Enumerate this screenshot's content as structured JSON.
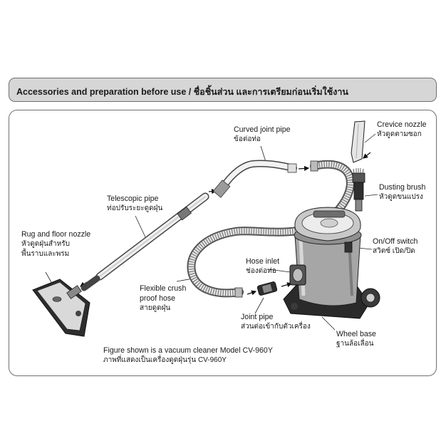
{
  "header": {
    "title_en": "Accessories and preparation before use",
    "separator": " / ",
    "title_th": "ชื่อชิ้นส่วน และการเตรียมก่อนเริ่มใช้งาน"
  },
  "parts": {
    "curved_joint_pipe": {
      "en": "Curved joint pipe",
      "th": "ข้อต่อท่อ"
    },
    "crevice_nozzle": {
      "en": "Crevice nozzle",
      "th": "หัวดูดตามซอก"
    },
    "dusting_brush": {
      "en": "Dusting brush",
      "th": "หัวดูดขนแปรง"
    },
    "telescopic_pipe": {
      "en": "Telescopic pipe",
      "th": "ท่อปรับระยะดูดฝุ่น"
    },
    "on_off_switch": {
      "en": "On/Off switch",
      "th": "สวิตซ์ เปิด/ปิด"
    },
    "rug_floor_nozzle": {
      "en": "Rug and floor nozzle",
      "th1": "หัวดูดฝุ่นสำหรับ",
      "th2": "พื้นราบและพรม"
    },
    "hose_inlet": {
      "en": "Hose inlet",
      "th": "ช่องต่อท่อ"
    },
    "flexible_hose": {
      "en1": "Flexible crush",
      "en2": "proof hose",
      "th": "สายดูดฝุ่น"
    },
    "joint_pipe": {
      "en": "Joint pipe",
      "th": "ส่วนต่อเข้ากับตัวเครื่อง"
    },
    "wheel_base": {
      "en": "Wheel base",
      "th": "ฐานล้อเลื่อน"
    }
  },
  "caption": {
    "en": "Figure shown is a vacuum cleaner Model CV-960Y",
    "th": "ภาพที่แสดงเป็นเครื่องดูดฝุ่นรุ่น CV-960Y"
  }
}
